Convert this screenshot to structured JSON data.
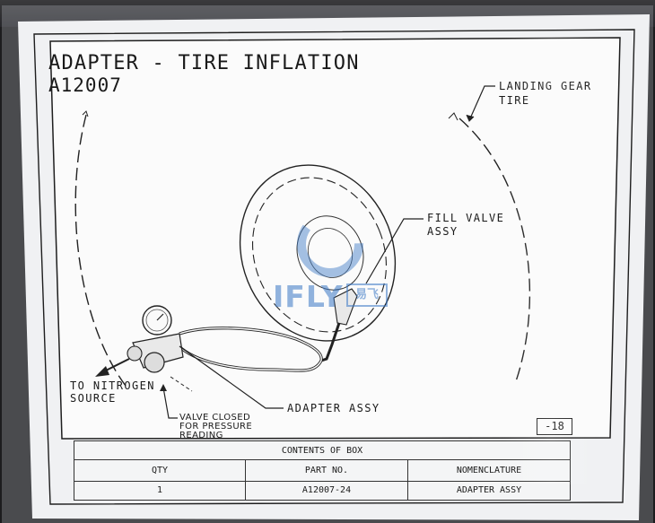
{
  "drawing": {
    "title": "ADAPTER - TIRE INFLATION",
    "part_code": "A12007",
    "page_ref": "-18",
    "labels": {
      "landing_gear_line1": "LANDING GEAR",
      "landing_gear_line2": "TIRE",
      "fill_valve_line1": "FILL VALVE",
      "fill_valve_line2": "ASSY",
      "adapter_assy": "ADAPTER ASSY",
      "nitrogen_line1": "TO NITROGEN",
      "nitrogen_line2": "SOURCE",
      "valve_closed_line1": "VALVE CLOSED",
      "valve_closed_line2": "FOR PRESSURE",
      "valve_closed_line3": "READING"
    }
  },
  "watermark": {
    "text": "IFLY",
    "box_text": "易飞"
  },
  "contents_table": {
    "title": "CONTENTS OF BOX",
    "headers": {
      "qty": "QTY",
      "part_no": "PART NO.",
      "nomenclature": "NOMENCLATURE"
    },
    "rows": [
      {
        "qty": "1",
        "part_no": "A12007-24",
        "nomenclature": "ADAPTER ASSY"
      }
    ]
  }
}
